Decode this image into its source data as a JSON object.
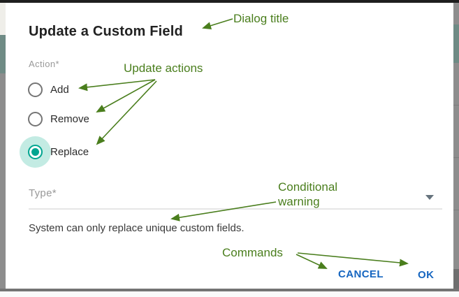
{
  "dialog": {
    "title": "Update a Custom Field",
    "action": {
      "label": "Action*",
      "options": [
        {
          "label": "Add",
          "selected": false
        },
        {
          "label": "Remove",
          "selected": false
        },
        {
          "label": "Replace",
          "selected": true
        }
      ]
    },
    "type_field": {
      "label": "Type*",
      "value": "",
      "icon": "dropdown-caret"
    },
    "warning": "System can only replace unique custom fields.",
    "commands": {
      "cancel": "CANCEL",
      "ok": "OK"
    }
  },
  "annotations": {
    "dialog_title": "Dialog title",
    "update_actions": "Update actions",
    "conditional_warning": "Conditional warning",
    "commands": "Commands"
  },
  "colors": {
    "annotation_green": "#4a7e1d",
    "button_blue": "#1565c0",
    "radio_selected_teal": "#00a590",
    "radio_halo_teal": "#c3ebe3",
    "backdrop_gray": "#8d8d8d"
  }
}
